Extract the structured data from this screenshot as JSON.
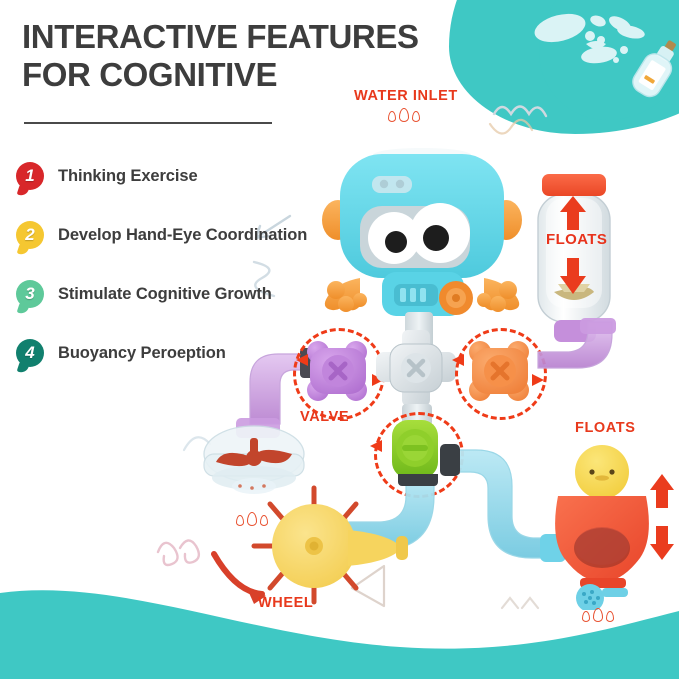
{
  "header": {
    "title_line1": "INTERACTIVE FEATURES",
    "title_line2": "FOR COGNITIVE"
  },
  "features": [
    {
      "number": "1",
      "label": "Thinking Exercise",
      "color": "#d8272a"
    },
    {
      "number": "2",
      "label": "Develop Hand-Eye Coordination",
      "color": "#f5c731"
    },
    {
      "number": "3",
      "label": "Stimulate Cognitive Growth",
      "color": "#5ec99a"
    },
    {
      "number": "4",
      "label": "Buoyancy Peroeption",
      "color": "#11806e"
    }
  ],
  "callouts": {
    "water_inlet": "WATER INLET",
    "valve": "VALVE",
    "wheel": "WHEEL",
    "floats_tube": "FLOATS",
    "floats_duck": "FLOATS"
  },
  "colors": {
    "accent_red": "#e8331c",
    "teal": "#3fc8c4",
    "title_gray": "#3d3d3d",
    "robot_body": "#62d9e8",
    "valve_purple": "#c083d8",
    "valve_orange": "#f4803c",
    "valve_green": "#7ec820",
    "wheel_yellow": "#f6d45e",
    "duck_body": "#f0563c",
    "duck_head": "#f7d94e",
    "pipe_blue": "#7ed4e8"
  },
  "icons": {
    "water_drop": "water-drop-icon",
    "arrow_up": "arrow-up-icon",
    "arrow_down": "arrow-down-icon",
    "curved_arrow": "curved-arrow-icon",
    "splash": "water-splash-icon",
    "bottle": "message-in-bottle-icon"
  }
}
